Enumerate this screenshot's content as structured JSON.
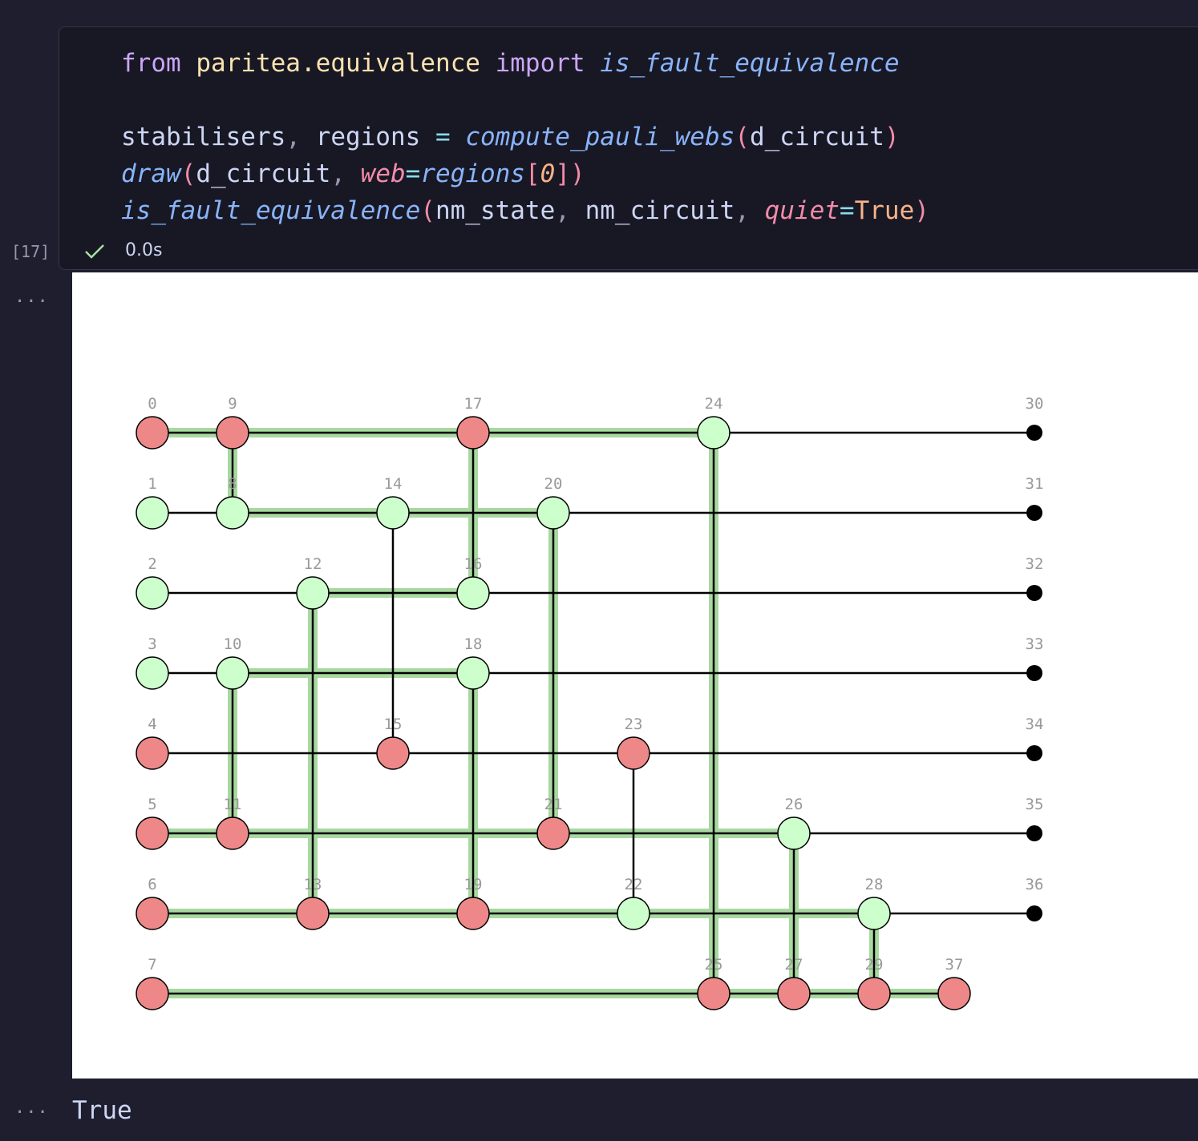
{
  "code_cell": {
    "execution_count": "[17]",
    "status": "success",
    "duration": "0.0s",
    "lines": {
      "l1": {
        "kw_from": "from",
        "module": "paritea.equivalence",
        "kw_import": "import",
        "func": "is_fault_equivalence"
      },
      "l3": {
        "var1": "stabilisers",
        "comma": ",",
        "var2": "regions",
        "eq": "=",
        "func": "compute_pauli_webs",
        "lp": "(",
        "arg": "d_circuit",
        "rp": ")"
      },
      "l4": {
        "func": "draw",
        "lp": "(",
        "arg1": "d_circuit",
        "comma": ",",
        "param": "web",
        "eq": "=",
        "val": "regions",
        "lb": "[",
        "idx": "0",
        "rb": "]",
        "rp": ")"
      },
      "l5": {
        "func": "is_fault_equivalence",
        "lp": "(",
        "arg1": "nm_state",
        "c1": ",",
        "arg2": "nm_circuit",
        "c2": ",",
        "param": "quiet",
        "eq": "=",
        "val": "True",
        "rp": ")"
      }
    }
  },
  "output_menu_glyph": "...",
  "result_text": "True",
  "diagram": {
    "colors": {
      "z": "#ccffcc",
      "x": "#ee8888",
      "boundary": "#000000",
      "web": "#a8d8a0",
      "edge": "#000000",
      "label": "#999999"
    },
    "nodes": [
      {
        "id": "0",
        "type": "x",
        "col": 0,
        "row": 0
      },
      {
        "id": "1",
        "type": "z",
        "col": 0,
        "row": 1
      },
      {
        "id": "2",
        "type": "z",
        "col": 0,
        "row": 2
      },
      {
        "id": "3",
        "type": "z",
        "col": 0,
        "row": 3
      },
      {
        "id": "4",
        "type": "x",
        "col": 0,
        "row": 4
      },
      {
        "id": "5",
        "type": "x",
        "col": 0,
        "row": 5
      },
      {
        "id": "6",
        "type": "x",
        "col": 0,
        "row": 6
      },
      {
        "id": "7",
        "type": "x",
        "col": 0,
        "row": 7
      },
      {
        "id": "9",
        "type": "x",
        "col": 1,
        "row": 0
      },
      {
        "id": "8",
        "type": "z",
        "col": 1,
        "row": 1
      },
      {
        "id": "10",
        "type": "z",
        "col": 1,
        "row": 3
      },
      {
        "id": "11",
        "type": "x",
        "col": 1,
        "row": 5
      },
      {
        "id": "12",
        "type": "z",
        "col": 2,
        "row": 2
      },
      {
        "id": "13",
        "type": "x",
        "col": 2,
        "row": 6
      },
      {
        "id": "14",
        "type": "z",
        "col": 3,
        "row": 1
      },
      {
        "id": "15",
        "type": "x",
        "col": 3,
        "row": 4
      },
      {
        "id": "17",
        "type": "x",
        "col": 4,
        "row": 0
      },
      {
        "id": "16",
        "type": "z",
        "col": 4,
        "row": 2
      },
      {
        "id": "18",
        "type": "z",
        "col": 4,
        "row": 3
      },
      {
        "id": "19",
        "type": "x",
        "col": 4,
        "row": 6
      },
      {
        "id": "20",
        "type": "z",
        "col": 5,
        "row": 1
      },
      {
        "id": "21",
        "type": "x",
        "col": 5,
        "row": 5
      },
      {
        "id": "23",
        "type": "x",
        "col": 6,
        "row": 4
      },
      {
        "id": "22",
        "type": "z",
        "col": 6,
        "row": 6
      },
      {
        "id": "24",
        "type": "z",
        "col": 7,
        "row": 0
      },
      {
        "id": "25",
        "type": "x",
        "col": 7,
        "row": 7
      },
      {
        "id": "26",
        "type": "z",
        "col": 8,
        "row": 5
      },
      {
        "id": "27",
        "type": "x",
        "col": 8,
        "row": 7
      },
      {
        "id": "28",
        "type": "z",
        "col": 9,
        "row": 6
      },
      {
        "id": "29",
        "type": "x",
        "col": 9,
        "row": 7
      },
      {
        "id": "37",
        "type": "x",
        "col": 10,
        "row": 7
      },
      {
        "id": "30",
        "type": "boundary",
        "col": 11,
        "row": 0
      },
      {
        "id": "31",
        "type": "boundary",
        "col": 11,
        "row": 1
      },
      {
        "id": "32",
        "type": "boundary",
        "col": 11,
        "row": 2
      },
      {
        "id": "33",
        "type": "boundary",
        "col": 11,
        "row": 3
      },
      {
        "id": "34",
        "type": "boundary",
        "col": 11,
        "row": 4
      },
      {
        "id": "35",
        "type": "boundary",
        "col": 11,
        "row": 5
      },
      {
        "id": "36",
        "type": "boundary",
        "col": 11,
        "row": 6
      }
    ],
    "edges": [
      [
        "0",
        "9",
        true
      ],
      [
        "9",
        "17",
        true
      ],
      [
        "17",
        "24",
        true
      ],
      [
        "24",
        "30",
        false
      ],
      [
        "1",
        "8",
        false
      ],
      [
        "8",
        "14",
        true
      ],
      [
        "14",
        "20",
        true
      ],
      [
        "20",
        "31",
        false
      ],
      [
        "2",
        "12",
        false
      ],
      [
        "12",
        "16",
        true
      ],
      [
        "16",
        "32",
        false
      ],
      [
        "3",
        "10",
        false
      ],
      [
        "10",
        "18",
        true
      ],
      [
        "18",
        "33",
        false
      ],
      [
        "4",
        "15",
        false
      ],
      [
        "15",
        "23",
        false
      ],
      [
        "23",
        "34",
        false
      ],
      [
        "5",
        "11",
        true
      ],
      [
        "11",
        "21",
        true
      ],
      [
        "21",
        "26",
        true
      ],
      [
        "26",
        "35",
        false
      ],
      [
        "6",
        "13",
        true
      ],
      [
        "13",
        "19",
        true
      ],
      [
        "19",
        "22",
        true
      ],
      [
        "22",
        "28",
        true
      ],
      [
        "28",
        "36",
        false
      ],
      [
        "7",
        "25",
        true
      ],
      [
        "25",
        "27",
        true
      ],
      [
        "27",
        "29",
        true
      ],
      [
        "29",
        "37",
        true
      ],
      [
        "9",
        "8",
        true
      ],
      [
        "17",
        "16",
        true
      ],
      [
        "14",
        "15",
        false
      ],
      [
        "20",
        "21",
        true
      ],
      [
        "12",
        "13",
        true
      ],
      [
        "10",
        "11",
        true
      ],
      [
        "18",
        "19",
        true
      ],
      [
        "23",
        "22",
        false
      ],
      [
        "24",
        "25",
        true
      ],
      [
        "26",
        "27",
        true
      ],
      [
        "28",
        "29",
        true
      ]
    ]
  }
}
